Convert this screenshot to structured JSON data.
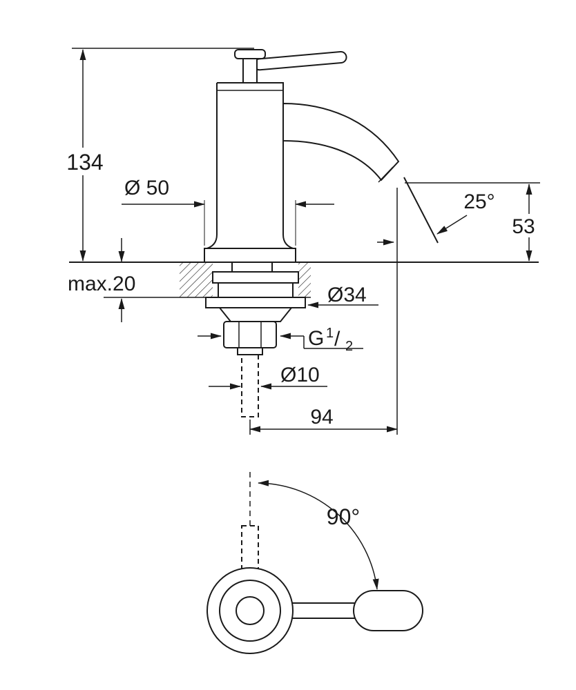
{
  "colors": {
    "line": "#1a1a1a",
    "background": "#ffffff"
  },
  "side_view": {
    "height": "134",
    "base_diameter": "Ø 50",
    "spout_angle": "25°",
    "spout_height": "53",
    "max_mounting_thickness": "max.20",
    "hole_diameter": "Ø34",
    "thread_g": "G",
    "thread_numerator": "1",
    "thread_slash": "/",
    "thread_denominator": "2",
    "hose_diameter": "Ø10",
    "spout_reach": "94"
  },
  "top_view": {
    "handle_swing_angle": "90°"
  }
}
